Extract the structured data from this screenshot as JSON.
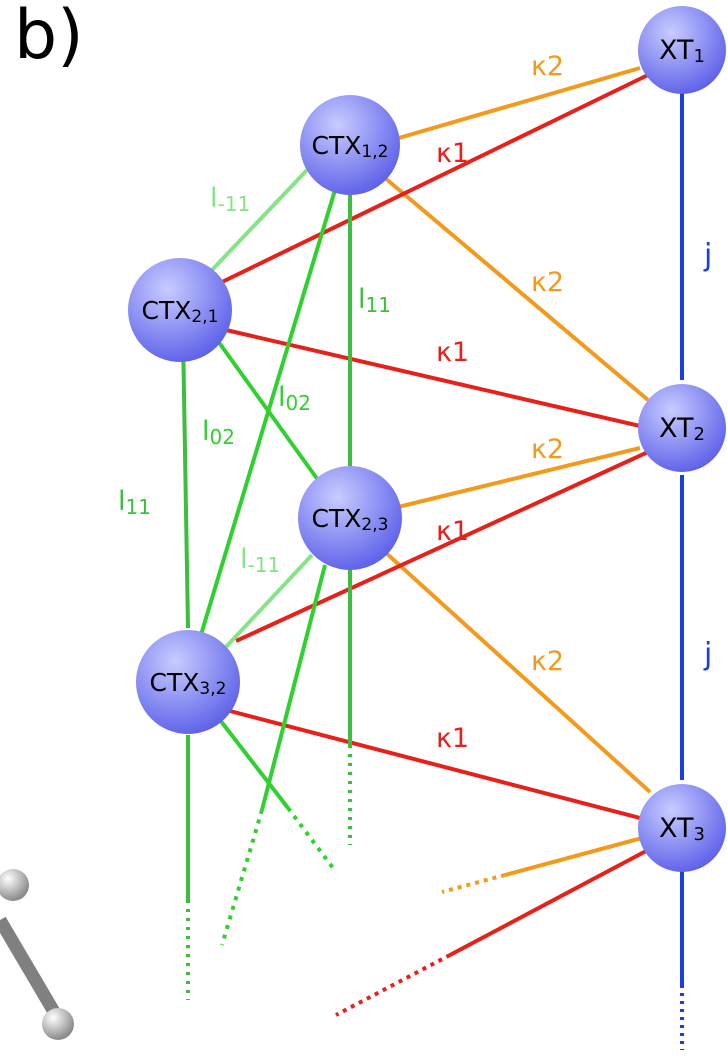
{
  "panel_label": "b)",
  "colors": {
    "node_fill_light": "#c8ccff",
    "node_fill_dark": "#5a5ee8",
    "kappa1": "#e8201a",
    "kappa2": "#f39a1c",
    "j": "#1a3fe0",
    "l11": "#3cbf3c",
    "l02": "#30d030",
    "lm11": "#86e386",
    "molecule": "#9a9a9a"
  },
  "nodes": [
    {
      "id": "CTX12",
      "base": "CTX",
      "sub": "1,2"
    },
    {
      "id": "CTX21",
      "base": "CTX",
      "sub": "2,1"
    },
    {
      "id": "CTX23",
      "base": "CTX",
      "sub": "2,3"
    },
    {
      "id": "CTX32",
      "base": "CTX",
      "sub": "3,2"
    },
    {
      "id": "XT1",
      "base": "XT",
      "sub": "1"
    },
    {
      "id": "XT2",
      "base": "XT",
      "sub": "2"
    },
    {
      "id": "XT3",
      "base": "XT",
      "sub": "3"
    }
  ],
  "labels": {
    "k2_top": "κ2",
    "k1_top": "κ1",
    "lm11_top": {
      "base": "l",
      "sub": "-11"
    },
    "l11_top": {
      "base": "l",
      "sub": "11"
    },
    "k2_mid": "κ2",
    "k1_mid": "κ1",
    "l02_a": {
      "base": "l",
      "sub": "02"
    },
    "l02_b": {
      "base": "l",
      "sub": "02"
    },
    "j_top": "j",
    "k2_low": "κ2",
    "k1_low": "κ1",
    "l11_left": {
      "base": "l",
      "sub": "11"
    },
    "lm11_low": {
      "base": "l",
      "sub": "-11"
    },
    "j_low": "j",
    "k2_bot": "κ2",
    "k1_bot": "κ1"
  }
}
